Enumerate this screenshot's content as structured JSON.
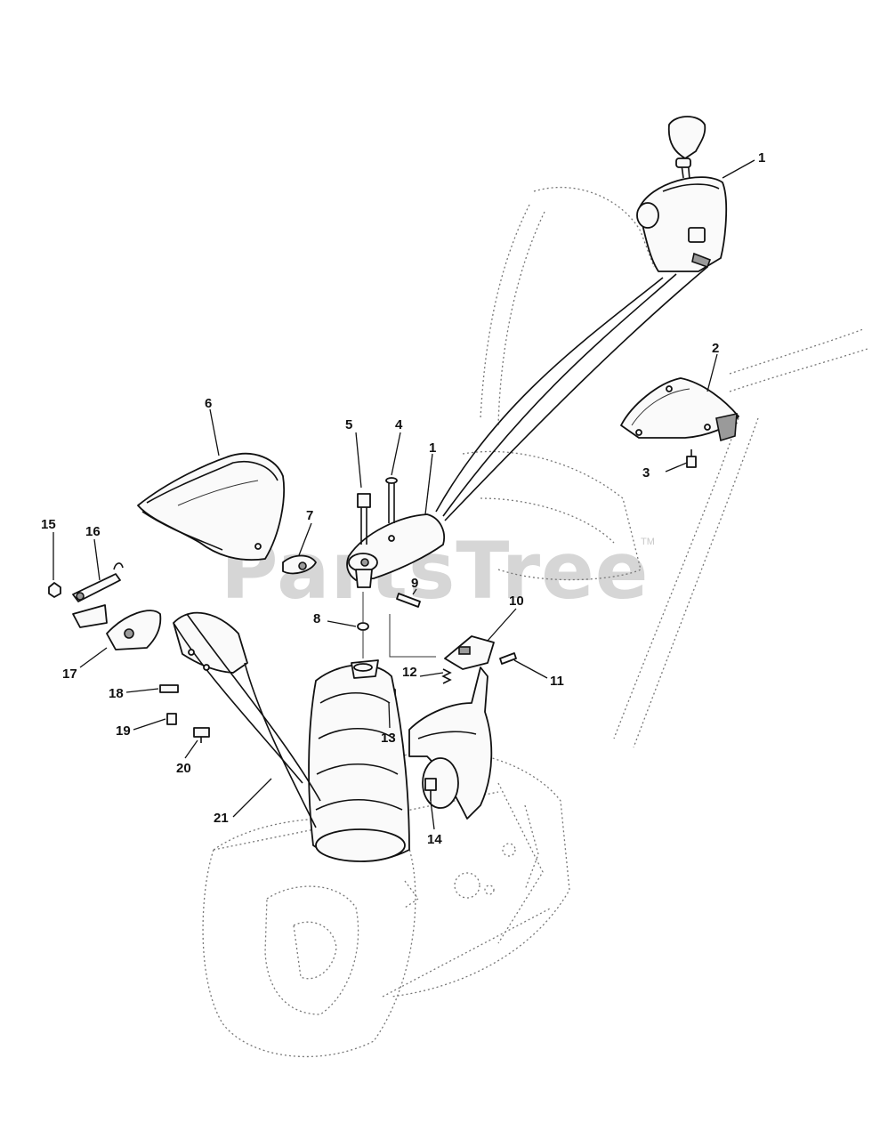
{
  "watermark": {
    "text": "PartsTree",
    "trademark": "TM"
  },
  "callouts": [
    {
      "id": "c1a",
      "label": "1"
    },
    {
      "id": "c2",
      "label": "2"
    },
    {
      "id": "c3",
      "label": "3"
    },
    {
      "id": "c6",
      "label": "6"
    },
    {
      "id": "c5",
      "label": "5"
    },
    {
      "id": "c4",
      "label": "4"
    },
    {
      "id": "c1b",
      "label": "1"
    },
    {
      "id": "c15",
      "label": "15"
    },
    {
      "id": "c16",
      "label": "16"
    },
    {
      "id": "c7",
      "label": "7"
    },
    {
      "id": "c9",
      "label": "9"
    },
    {
      "id": "c10",
      "label": "10"
    },
    {
      "id": "c8",
      "label": "8"
    },
    {
      "id": "c17",
      "label": "17"
    },
    {
      "id": "c12",
      "label": "12"
    },
    {
      "id": "c11",
      "label": "11"
    },
    {
      "id": "c18",
      "label": "18"
    },
    {
      "id": "c13",
      "label": "13"
    },
    {
      "id": "c19",
      "label": "19"
    },
    {
      "id": "c20",
      "label": "20"
    },
    {
      "id": "c21",
      "label": "21"
    },
    {
      "id": "c14",
      "label": "14"
    }
  ]
}
